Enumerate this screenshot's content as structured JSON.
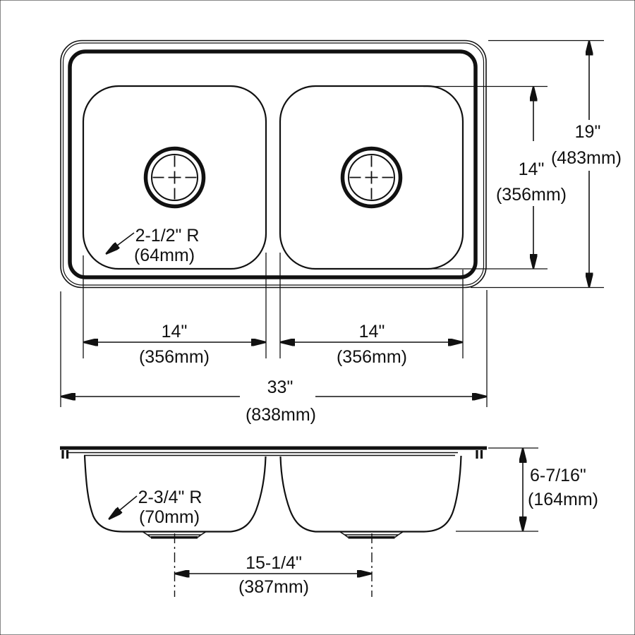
{
  "title": "Double-bowl drop-in sink dimension drawing",
  "colors": {
    "line": "#111111",
    "background": "#ffffff"
  },
  "top_view": {
    "radius_note_line1": "2-1/2\" R",
    "radius_note_line2": "(64mm)",
    "left_bowl_width_in": "14\"",
    "left_bowl_width_mm": "(356mm)",
    "right_bowl_width_in": "14\"",
    "right_bowl_width_mm": "(356mm)",
    "overall_width_in": "33\"",
    "overall_width_mm": "(838mm)",
    "bowl_front_back_in": "14\"",
    "bowl_front_back_mm": "(356mm)",
    "overall_front_back_in": "19\"",
    "overall_front_back_mm": "(483mm)"
  },
  "section_view": {
    "radius_note_line1": "2-3/4\" R",
    "radius_note_line2": "(70mm)",
    "drain_centers_in": "15-1/4\"",
    "drain_centers_mm": "(387mm)",
    "depth_in": "6-7/16\"",
    "depth_mm": "(164mm)"
  }
}
